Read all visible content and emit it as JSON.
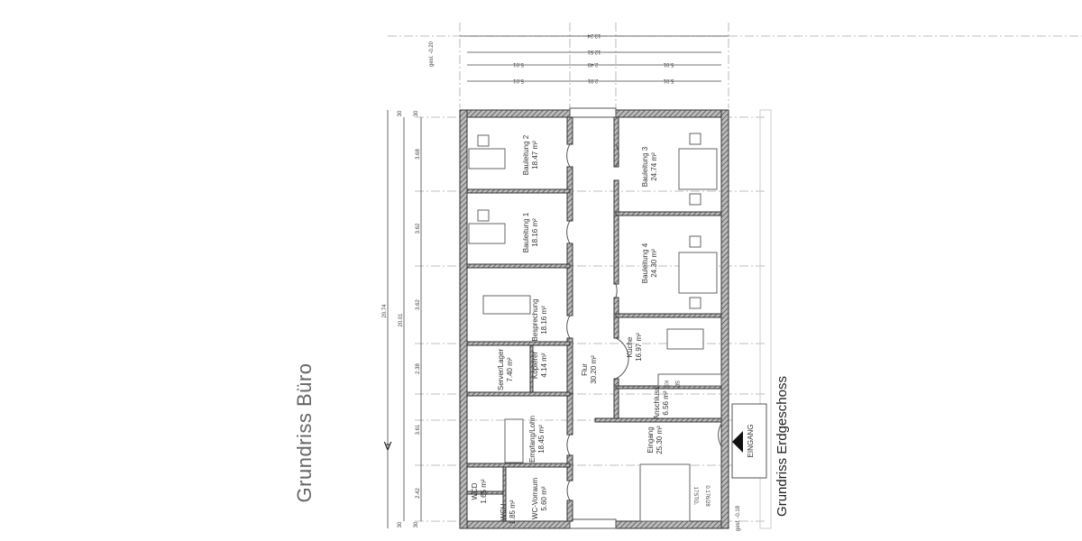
{
  "title": "Grundriss Büro",
  "subtitle": "Grundriss Erdgeschoss",
  "entrance_label": "EINGANG",
  "section_marker": "A",
  "level_marks": [
    "gesl. -0.20",
    "gesl. -0.18"
  ],
  "stair": {
    "label": "17STG.",
    "ratio": "0.176/28"
  },
  "kitchen_marks": [
    "KS",
    "SP"
  ],
  "rooms": [
    {
      "name": "Bauleitung 2",
      "area": "18.47 m²"
    },
    {
      "name": "Bauleitung 1",
      "area": "18.16 m²"
    },
    {
      "name": "Besprechung",
      "area": "18.16 m²"
    },
    {
      "name": "Server/Lager",
      "area": "7.40 m²"
    },
    {
      "name": "Kopierer",
      "area": "4.14 m²"
    },
    {
      "name": "Empfang/Lohn",
      "area": "18.45 m²"
    },
    {
      "name": "WCD",
      "area": "1.65 m²"
    },
    {
      "name": "WCH",
      "area": "1.85 m²"
    },
    {
      "name": "WC-Vorraum",
      "area": "5.60 m²"
    },
    {
      "name": "Flur",
      "area": "30.20 m²"
    },
    {
      "name": "Bauleitung 3",
      "area": "24.74 m²"
    },
    {
      "name": "Bauleitung 4",
      "area": "24.30 m²"
    },
    {
      "name": "Küche",
      "area": "16.97 m²"
    },
    {
      "name": "Anschluss",
      "area": "6.56 m²"
    },
    {
      "name": "Eingang",
      "area": "25.30 m²"
    }
  ],
  "dims_top": [
    "13.24",
    "12.51",
    "5.01",
    "2.49",
    "5.01",
    "5.01",
    "2.01",
    "5.01"
  ],
  "dims_left": [
    "20.74",
    "20.01",
    "3.68",
    "3.62",
    "3.62",
    "2.38",
    "3.61",
    "2.42"
  ],
  "dim_wall": "30"
}
